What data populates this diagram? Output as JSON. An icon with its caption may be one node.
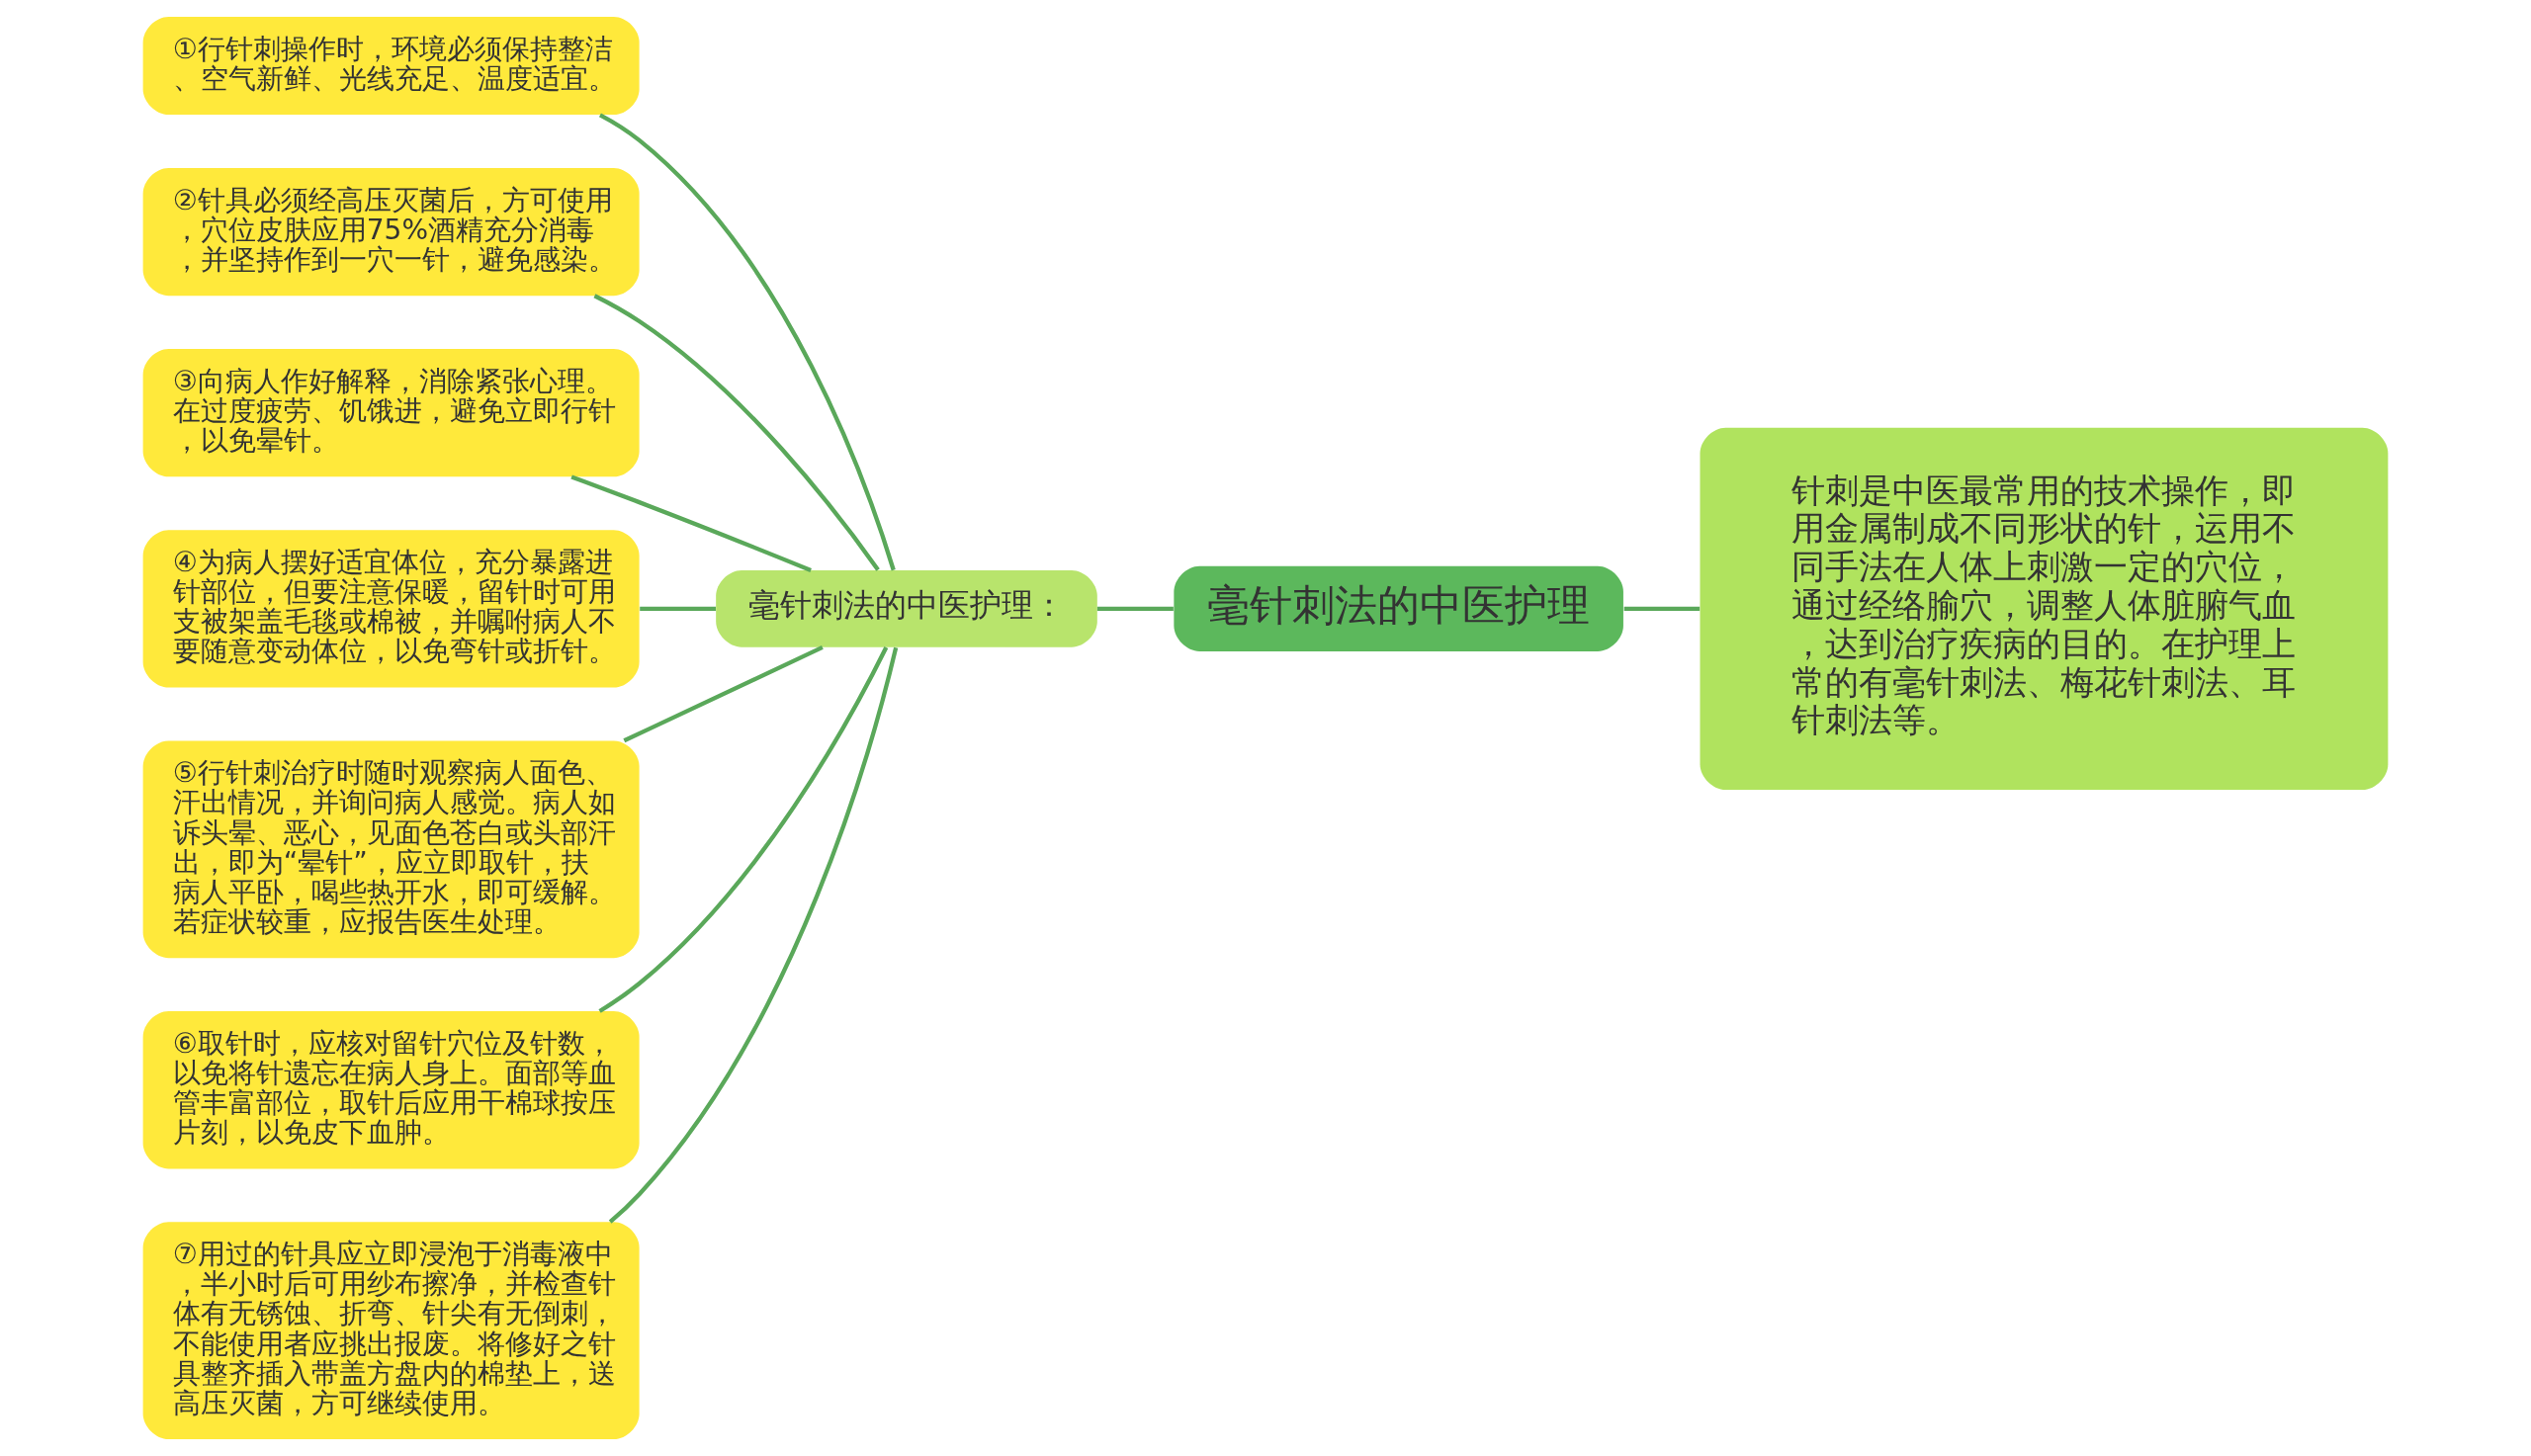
{
  "diagram": {
    "nodes": [
      {
        "text": [
          "毫针刺法的中医护理"
        ]
      },
      {
        "text": [
          "毫针刺法的中医护理："
        ]
      },
      {
        "text": [
          "①行针刺操作时，环境必须保持整洁、空气新鲜、光线充足、温度适宜。"
        ]
      },
      {
        "text": [
          "②针具必须经高压灭菌后，方可使用，穴位皮肤应用75%酒精充分消毒，并坚持作到一穴一针，避免感染。"
        ]
      },
      {
        "text": [
          "③向病人作好解释，消除紧张心理。在过度疲劳、饥饿进，避免立即行针，以免晕针。"
        ]
      },
      {
        "text": [
          "④为病人摆好适宜体位，充分暴露进针部位，但要注意保暖，留针时可用支被架盖毛毯或棉被，并嘱咐病人不要随意变动体位，以免弯针或折针。"
        ]
      },
      {
        "text": [
          "⑤行针刺治疗时随时观察病人面色、汗出情况，并询问病人感觉。病人如诉头晕、恶心，见面色苍白或头部汗出，即为“晕针”，应立即取针，扶病人平卧，喝些热开水，即可缓解。若症状较重，应报告医生处理。"
        ]
      },
      {
        "text": [
          "⑥取针时，应核对留针穴位及针数，以免将针遗忘在病人身上。面部等血管丰富部位，取针后应用干棉球按压片刻，以免皮下血肿。"
        ]
      },
      {
        "text": [
          "⑦用过的针具应立即浸泡于消毒液中，半小时后可用纱布擦净，并检查针体有无锈蚀、折弯、针尖有无倒刺，不能使用者应挑出报废。将修好之针具整齐插入带盖方盘内的棉垫上，送高压灭菌，方可继续使用。"
        ]
      },
      {
        "text": [
          "针刺是中医最常用的技术操作，即用金属制成不同形状的针，运用不同手法在人体上刺激一定的穴位，通过经络腧穴，调整人体脏腑气血，达到治疗疾病的目的。在护理上常的有毫针刺法、梅花针刺法、耳针刺法等。"
        ]
      }
    ],
    "edges": [
      {
        "from": 0,
        "to": 1,
        "arrow": "none"
      },
      {
        "from": 1,
        "to": 2,
        "arrow": "none"
      },
      {
        "from": 1,
        "to": 3,
        "arrow": "none"
      },
      {
        "from": 1,
        "to": 4,
        "arrow": "none"
      },
      {
        "from": 1,
        "to": 5,
        "arrow": "none"
      },
      {
        "from": 1,
        "to": 6,
        "arrow": "none"
      },
      {
        "from": 1,
        "to": 7,
        "arrow": "none"
      },
      {
        "from": 1,
        "to": 8,
        "arrow": "none"
      },
      {
        "from": 0,
        "to": 9,
        "arrow": "none"
      }
    ]
  }
}
